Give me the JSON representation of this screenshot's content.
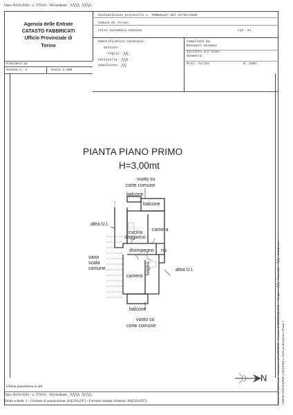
{
  "header_line": "Data: 06/03/2026 - n. T78161 - Richiedente:",
  "office": {
    "line1": "Agenzia delle Entrate",
    "line2": "CATASTO FABBRICATI",
    "line3": "Ufficio Provinciale di",
    "line4": "Torino"
  },
  "declaration": {
    "protocol": "Dichiarazione protocollo n. TO0025127 del  27/01/2025",
    "municipality": "Comune di Torino",
    "address": "Corso Salvemini Gaetano",
    "civic": "civ. 24"
  },
  "identifiers": {
    "title": "Identificativi Catastali:",
    "sezione": "Sezione:",
    "foglio": "Foglio:",
    "particella": "Particella:",
    "subalterno": "Subalterno:"
  },
  "compiler": {
    "compilata": "Compilata da:",
    "name": "Bonavero Germano",
    "iscritto": "Iscritto all'albo:",
    "albo": "Geometri",
    "prov": "Prov. Torino",
    "number": "N. 5384"
  },
  "sheet": {
    "planimetria": "Planimetria",
    "scheda": "Scheda n. 1",
    "scala": "Scala 1:200"
  },
  "plan": {
    "title": "PIANTA PIANO PRIMO",
    "height": "H=3,00mt",
    "labels": {
      "vuoto_top_1": "vuoto su",
      "vuoto_top_2": "corte comune",
      "balcone_top": "balcone",
      "balcone_right": "balcone",
      "altra_ui_left": "altra U.I.",
      "cucina": "cucina",
      "soggiorno": "soggiorno",
      "camera_top": "camera",
      "disimpegno": "disimpegno",
      "rip": "rip.",
      "vano_scala_1": "vano",
      "vano_scala_2": "scala",
      "vano_scala_3": "comune",
      "altra_ui_right": "altra U.I.",
      "camera_bottom": "camera",
      "bagno": "bagno",
      "balcone_bottom": "balcone",
      "vuoto_bottom_1": "vuoto su",
      "vuoto_bottom_2": "corte comune",
      "north": "N"
    }
  },
  "side_text_1": "Catasto dei Fabbricati - Situazione al 06/03/2026 - Comune di TORINO(L219) - < Foglio:",
  "side_text_2": "- Particella:",
  "side_text_3": "- Subalterno:",
  "side_text_4": "CORSO SALVEMINI GAETANO n. 24 Scala B Interno 8 Piano 1",
  "footer": {
    "last": "Ultima planimetria in atti",
    "data_line": "Data: 06/03/2026 - n. T78161 - Richiedente:",
    "totale": "Totale schede: 1 - Formato di acquisizione: A4(210x297) - Formato stampa richiesto: A4(210x297)"
  }
}
